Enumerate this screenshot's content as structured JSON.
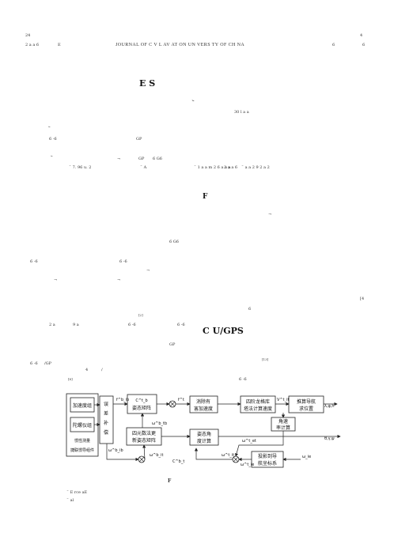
{
  "header": {
    "page_left": "24",
    "page_right": "4",
    "year_left": "2 a a 6",
    "issue_left": "E",
    "journal": "JOURNAL  OF  C  V  L  AV  AT  ON  UN  VERS  TY  OF  CH  NA",
    "vol_right_1": "6",
    "vol_right_2": "6"
  },
  "title": "E    S",
  "fragments": {
    "f1": "᷅",
    "f2": "30 l a a",
    "f3": "᷅",
    "f4": "6 -6",
    "f5": "GP",
    "f6": "᷅",
    "f7": "¬",
    "f8": "GP",
    "f9": "6 G6",
    "f10": "᷅ 7. 96 u. 2",
    "f11": "᷅ A",
    "f12": "᷅ 1 a a m 2 6 a a a",
    "f13": "2 a a 6",
    "f14": "᷅ a a 2 9 2 a 2",
    "f15": "F",
    "f16": "¬",
    "f17": "6 G6",
    "f18": "6 -6",
    "f19": "6 -6",
    "f20": "¬",
    "f21": "¬",
    "f22": "¬",
    "f23": "[4",
    "f24": "6",
    "f25": "[2]",
    "f26": "2 a",
    "f27": "9 a",
    "f28": "6 -6",
    "f29": "6 -6",
    "f30": "GP",
    "f31": "[13]",
    "f32": "6 -6",
    "f33": "/GP",
    "f34": "4",
    "f35": "/",
    "f36": "[8]",
    "f37": "6 -6"
  },
  "section_heading": "C        U/GPS",
  "figure": {
    "caption": "F",
    "blocks": {
      "accel": "加速度组",
      "gyro": "陀螺仪组",
      "ins": "惯性测量",
      "sensor_group": "捷联惯导组件",
      "error_comp": [
        "误",
        "差",
        "补",
        "偿"
      ],
      "attitude_matrix": "姿态矩阵",
      "quaternion": [
        "四元数法更",
        "新姿态矩阵"
      ],
      "attitude_angle": [
        "姿态角",
        "度计算"
      ],
      "eliminate": [
        "消除有",
        "害加速度"
      ],
      "rk4": [
        "四阶龙格库",
        "塔法计算速度"
      ],
      "nav_position": [
        "推算导航",
        "求位置"
      ],
      "angular_rate": [
        "角速",
        "率计算"
      ],
      "projection": [
        "投影到导",
        "航坐标系"
      ]
    },
    "signals": {
      "f_b": "f^b_ib",
      "f_t": "f^t",
      "w_b": "ω^b_ib",
      "w_tb": "ω^b_tb",
      "w_it": "ω^t_it",
      "v_t": "V^t_it",
      "w_et": "ω^t_et",
      "w_ie": "ω^t_ie",
      "w_n": "ω^b_it",
      "w_ie_in": "ω_ie",
      "c_bt": "C^t_b",
      "c_tb": "C^b_t",
      "pos_out": "λ,φ,h",
      "att_out": "θ,γ,ψ"
    }
  },
  "footnotes": {
    "fn1": "᷅ E rce aE",
    "fn2": "᷅ al"
  }
}
